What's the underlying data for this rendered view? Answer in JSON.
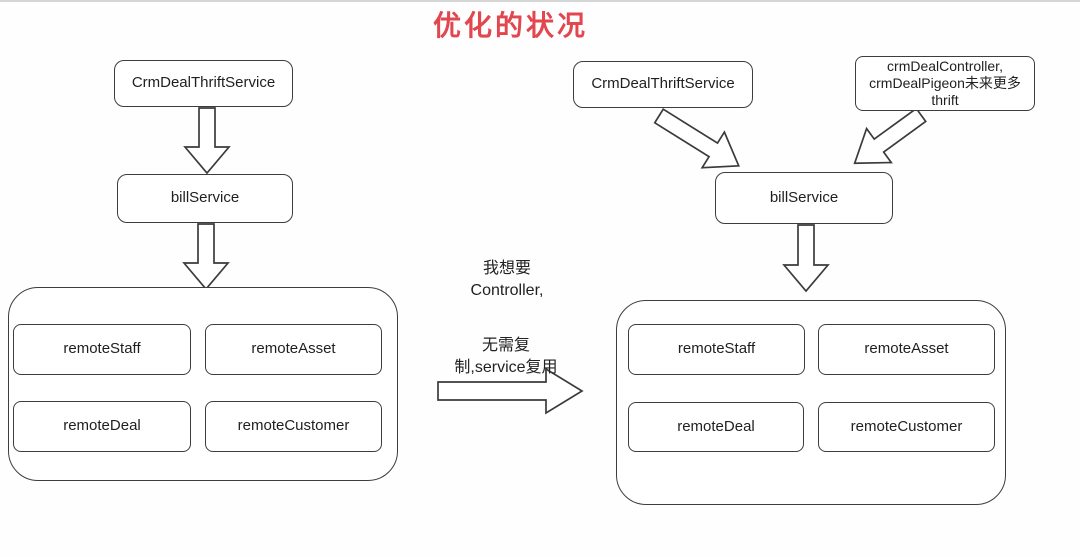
{
  "title": "优化的状况",
  "colors": {
    "title_red": "#e2464e",
    "box_border": "#3d3d3d",
    "box_fill": "#ffffff",
    "text": "#1f1f1f"
  },
  "left_diagram": {
    "top_service": "CrmDealThriftService",
    "bill_service": "billService",
    "remotes": [
      "remoteStaff",
      "remoteAsset",
      "remoteDeal",
      "remoteCustomer"
    ]
  },
  "middle_notes": {
    "want_controller": "我想要\nController,",
    "no_copy_reuse": "无需复\n制,service复用"
  },
  "right_diagram": {
    "top_service": "CrmDealThriftService",
    "controller_box": "crmDealController,\ncrmDealPigeon未来更多\nthrift",
    "bill_service": "billService",
    "remotes": [
      "remoteStaff",
      "remoteAsset",
      "remoteDeal",
      "remoteCustomer"
    ]
  }
}
